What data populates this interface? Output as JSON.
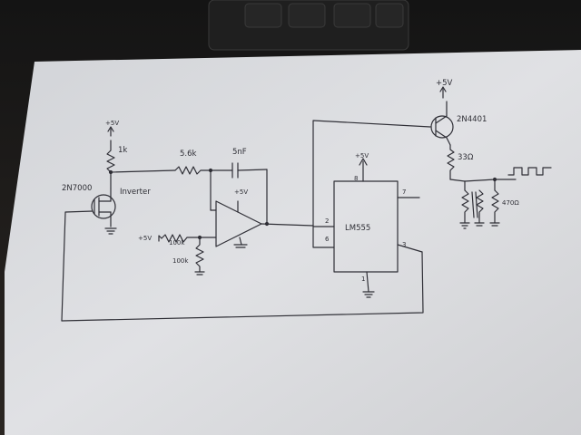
{
  "labels": {
    "vcc_top_transistor": "+5V",
    "top_transistor": "2N4401",
    "vcc_mosfet": "+5V",
    "r_1k": "1k",
    "mosfet": "2N7000",
    "inverter": "Inverter",
    "r_5_6k": "5.6k",
    "cap": "5nF",
    "opamp_vcc": "+5V",
    "vcc_left": "+5V",
    "r_100k_a": "100k",
    "r_100k_b": "100k",
    "timer_vcc": "+5V",
    "timer_pin8": "8",
    "timer_pin7": "7",
    "timer_pin2": "2",
    "timer_pin6": "6",
    "timer_pin3": "3",
    "timer_pin1": "1",
    "timer": "LM555",
    "r_33": "33Ω",
    "r_470": "470Ω"
  },
  "colors": {
    "background": "#2a2420",
    "paper": "#dcdde0",
    "ink": "#2f2f36"
  }
}
